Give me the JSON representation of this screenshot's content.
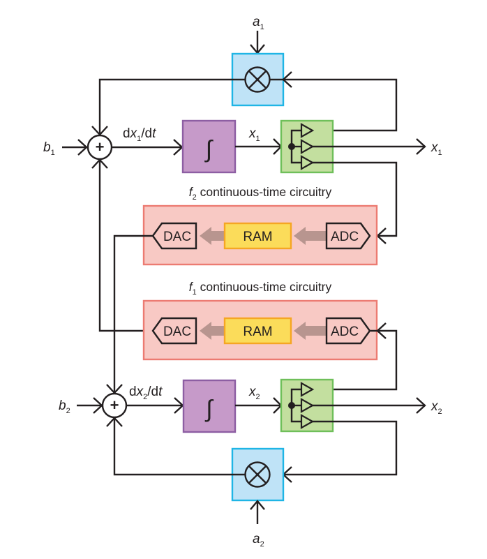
{
  "diagram": {
    "colors": {
      "multiplier_fill": "#bfe3f7",
      "multiplier_border": "#1fb5e5",
      "integrator_fill": "#c69ac9",
      "integrator_border": "#8d5ea3",
      "fanout_fill": "#c3df9f",
      "fanout_border": "#6fbf5a",
      "circuitry_fill": "#f8c9c4",
      "circuitry_border": "#ec7b72",
      "ram_fill": "#fbdc5a",
      "ram_border": "#f5a623",
      "arrow_fill": "#b8958f",
      "wire": "#231f20"
    },
    "channels": [
      {
        "id": 1,
        "input_b": {
          "base": "b",
          "sub": "1"
        },
        "coefficient_a": {
          "base": "a",
          "sub": "1"
        },
        "derivative": {
          "pre": "d",
          "var": "x",
          "sub": "1",
          "post": "/d",
          "t": "t"
        },
        "state": {
          "base": "x",
          "sub": "1"
        },
        "output": {
          "base": "x",
          "sub": "1"
        },
        "integrator_symbol": "∫"
      },
      {
        "id": 2,
        "input_b": {
          "base": "b",
          "sub": "2"
        },
        "coefficient_a": {
          "base": "a",
          "sub": "2"
        },
        "derivative": {
          "pre": "d",
          "var": "x",
          "sub": "2",
          "post": "/d",
          "t": "t"
        },
        "state": {
          "base": "x",
          "sub": "2"
        },
        "output": {
          "base": "x",
          "sub": "2"
        },
        "integrator_symbol": "∫"
      }
    ],
    "summer_symbol": "+",
    "circuitry_blocks": [
      {
        "fn": "f",
        "sub": "2",
        "title": " continuous-time circuitry",
        "dac": "DAC",
        "ram": "RAM",
        "adc": "ADC"
      },
      {
        "fn": "f",
        "sub": "1",
        "title": " continuous-time circuitry",
        "dac": "DAC",
        "ram": "RAM",
        "adc": "ADC"
      }
    ]
  }
}
